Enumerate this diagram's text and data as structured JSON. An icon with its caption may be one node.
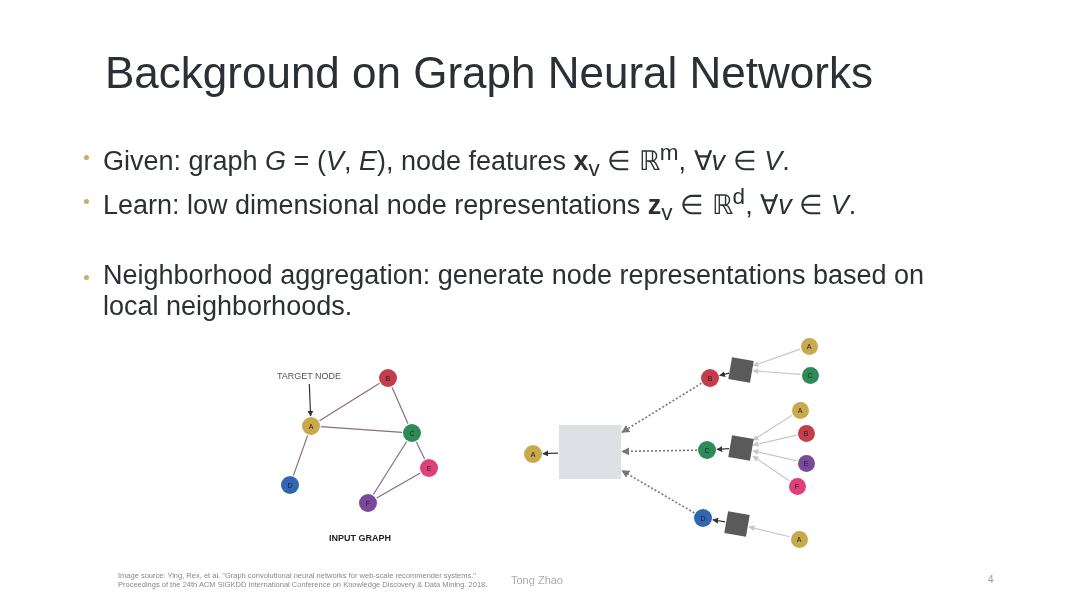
{
  "diagram": {
    "title": "Background on Graph Neural Networks",
    "nodes": [
      {
        "text": [
          "TARGET NODE"
        ]
      },
      {
        "text": [
          "A"
        ]
      },
      {
        "text": [
          "B"
        ]
      },
      {
        "text": [
          "C"
        ]
      },
      {
        "text": [
          "D"
        ]
      },
      {
        "text": [
          "E"
        ]
      },
      {
        "text": [
          "F"
        ]
      },
      {
        "text": [
          "A"
        ]
      },
      {
        "text": [],
        "shape": "box"
      },
      {
        "text": [
          "B"
        ]
      },
      {
        "text": [
          "C"
        ]
      },
      {
        "text": [
          "D"
        ]
      },
      {
        "text": [],
        "shape": "box"
      },
      {
        "text": [],
        "shape": "box"
      },
      {
        "text": [],
        "shape": "box"
      },
      {
        "text": [
          "A"
        ]
      },
      {
        "text": [
          "C"
        ]
      },
      {
        "text": [
          "A"
        ]
      },
      {
        "text": [
          "B"
        ]
      },
      {
        "text": [
          "E"
        ]
      },
      {
        "text": [
          "F"
        ]
      },
      {
        "text": [
          "A"
        ]
      }
    ],
    "edges": [
      {
        "from": 0,
        "to": 1,
        "arrow": "to"
      },
      {
        "from": 1,
        "to": 2,
        "arrow": "none",
        "color": "#8a6a8a"
      },
      {
        "from": 1,
        "to": 3,
        "arrow": "none",
        "color": "#8a6a8a"
      },
      {
        "from": 1,
        "to": 4,
        "arrow": "none",
        "color": "#8a6a8a"
      },
      {
        "from": 2,
        "to": 3,
        "arrow": "none",
        "color": "#8a6a8a"
      },
      {
        "from": 3,
        "to": 5,
        "arrow": "none",
        "color": "#8a6a8a"
      },
      {
        "from": 3,
        "to": 6,
        "arrow": "none",
        "color": "#8a6a8a"
      },
      {
        "from": 5,
        "to": 6,
        "arrow": "none",
        "color": "#8a6a8a"
      },
      {
        "from": 8,
        "to": 7,
        "arrow": "to"
      },
      {
        "from": 9,
        "to": 8,
        "arrow": "to",
        "style": "dashed",
        "color": "#777777"
      },
      {
        "from": 10,
        "to": 8,
        "arrow": "to",
        "style": "dashed",
        "color": "#777777"
      },
      {
        "from": 11,
        "to": 8,
        "arrow": "to",
        "style": "dashed",
        "color": "#777777"
      },
      {
        "from": 12,
        "to": 9,
        "arrow": "to"
      },
      {
        "from": 13,
        "to": 10,
        "arrow": "to"
      },
      {
        "from": 14,
        "to": 11,
        "arrow": "to"
      },
      {
        "from": 15,
        "to": 12,
        "arrow": "to",
        "color": "#c8c8c8"
      },
      {
        "from": 16,
        "to": 12,
        "arrow": "to",
        "color": "#c8c8c8"
      },
      {
        "from": 17,
        "to": 13,
        "arrow": "to",
        "color": "#c8c8c8"
      },
      {
        "from": 18,
        "to": 13,
        "arrow": "to",
        "color": "#c8c8c8"
      },
      {
        "from": 19,
        "to": 13,
        "arrow": "to",
        "color": "#c8c8c8"
      },
      {
        "from": 20,
        "to": 13,
        "arrow": "to",
        "color": "#c8c8c8"
      },
      {
        "from": 21,
        "to": 14,
        "arrow": "to",
        "color": "#c8c8c8"
      }
    ],
    "labels": [
      "Given: graph *G* = (*V*, *E*), node features **x**$_{v}$ ∈ ℝ$^{m}$, ∀*v* ∈ *V*.",
      "Learn: low dimensional node representations **z**$_{v}$ ∈ ℝ$^{d}$, ∀*v* ∈ *V*.",
      "Neighborhood aggregation:  generate node representations based on local neighborhoods.",
      "INPUT GRAPH",
      "Image source: Ying, Rex, et al. \"Graph convolutional neural networks for web-scale recommender systems.\" Proceedings of the 24th ACM SIGKDD International Conference on Knowledge Discovery & Data Mining. 2018.",
      "Tong Zhao",
      "4"
    ]
  }
}
